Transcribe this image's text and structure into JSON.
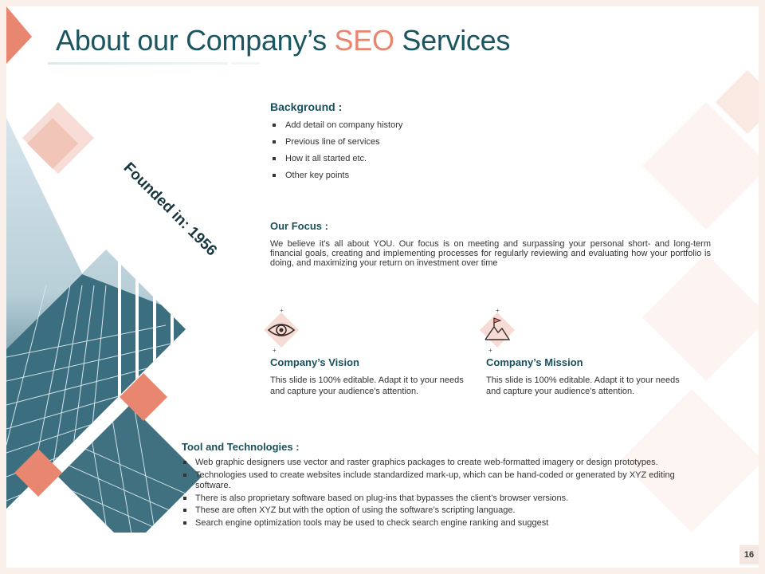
{
  "slide": {
    "title_main": "About our Company’s ",
    "title_accent": "SEO",
    "title_end": " Services",
    "founded_label": "Founded in: 1956",
    "page_number": "16"
  },
  "background": {
    "heading": "Background :",
    "items": [
      "Add detail on company history",
      "Previous line of services",
      "How it all started etc.",
      "Other key points"
    ]
  },
  "focus": {
    "heading": "Our Focus :",
    "text": "We believe it's all about YOU. Our focus is on meeting and surpassing your personal short- and long-term financial goals, creating and implementing processes for regularly reviewing and evaluating how your portfolio is doing, and maximizing your return on investment over time"
  },
  "vision": {
    "icon": "eye-icon",
    "title": "Company’s Vision",
    "text": "This slide is 100% editable. Adapt it to your needs and capture your audience's attention."
  },
  "mission": {
    "icon": "mountain-flag-icon",
    "title": "Company’s Mission",
    "text": "This slide is 100% editable. Adapt it to your needs and capture your audience's attention."
  },
  "tools": {
    "heading": "Tool and Technologies :",
    "items": [
      "Web graphic designers use vector and raster graphics packages to create web-formatted imagery or design prototypes.",
      "Technologies used to create websites include standardized mark-up, which can be hand-coded or generated by XYZ editing software.",
      "There is also proprietary software based on plug-ins that bypasses the client’s browser versions.",
      "These are often XYZ  but with the option of using the software’s scripting language.",
      "Search engine optimization tools may be used to check search engine ranking and suggest"
    ]
  },
  "colors": {
    "accent": "#e9866f",
    "heading": "#1b5660",
    "pink_light": "#f6dcd4"
  }
}
